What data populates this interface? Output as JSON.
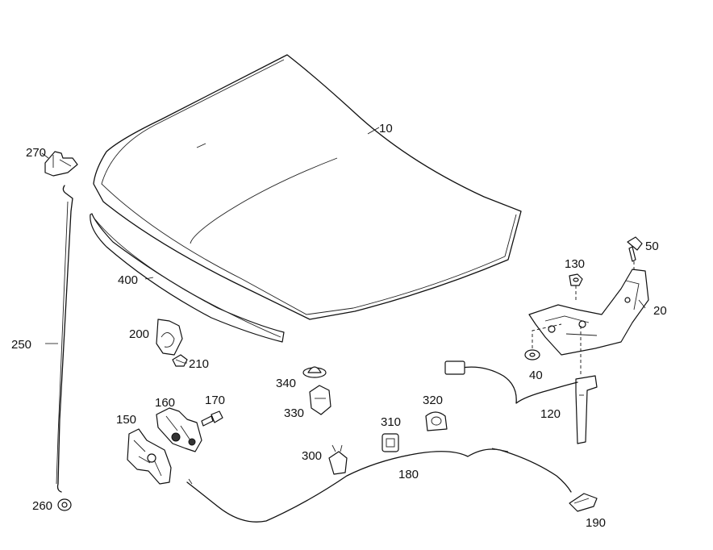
{
  "labels": {
    "p10": "10",
    "p20": "20",
    "p40": "40",
    "p50": "50",
    "p120": "120",
    "p130": "130",
    "p150": "150",
    "p160": "160",
    "p170": "170",
    "p180": "180",
    "p190": "190",
    "p200": "200",
    "p210": "210",
    "p250": "250",
    "p260": "260",
    "p270": "270",
    "p300": "300",
    "p310": "310",
    "p320": "320",
    "p330": "330",
    "p340": "340",
    "p400": "400"
  }
}
